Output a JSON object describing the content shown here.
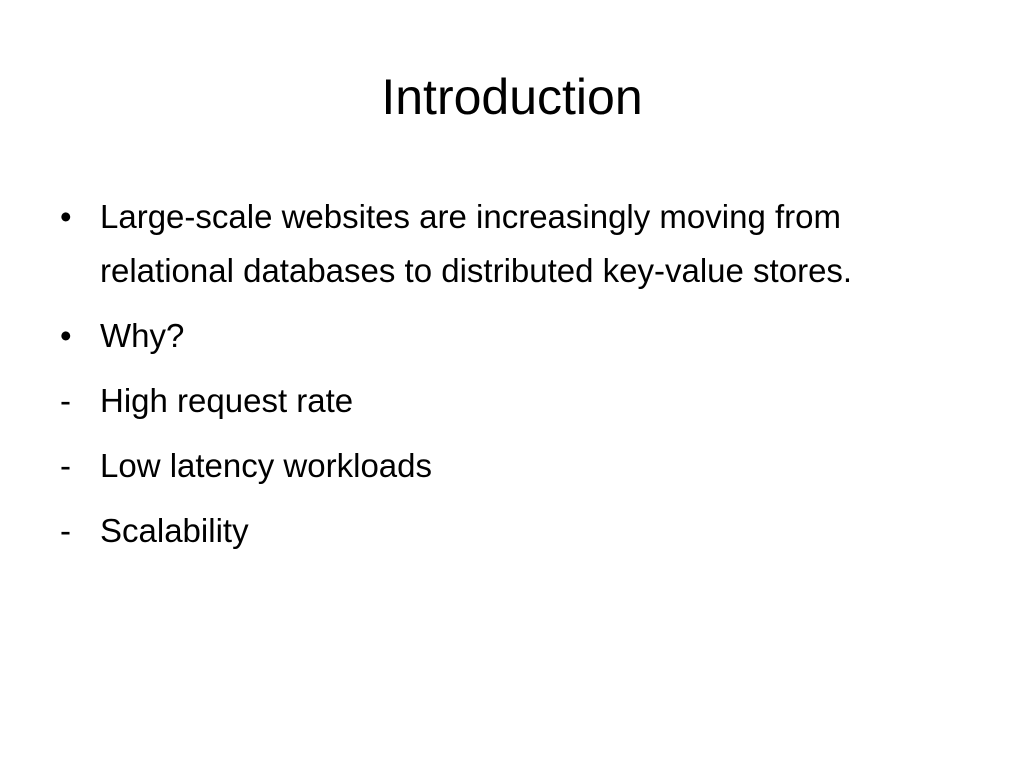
{
  "slide": {
    "title": "Introduction",
    "items": [
      {
        "marker": "•",
        "text": "Large-scale websites are increasingly moving from relational databases to distributed key-value stores."
      },
      {
        "marker": "•",
        "text": "Why?"
      },
      {
        "marker": "-",
        "text": "High request rate"
      },
      {
        "marker": "-",
        "text": "Low latency workloads"
      },
      {
        "marker": "-",
        "text": "Scalability"
      }
    ]
  }
}
